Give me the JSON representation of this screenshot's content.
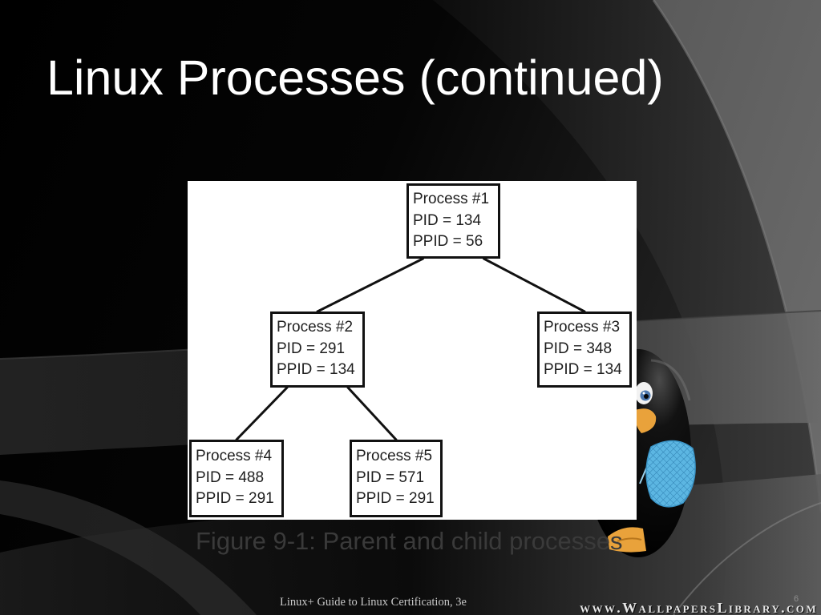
{
  "slide": {
    "title": "Linux Processes (continued)",
    "caption": "Figure 9-1: Parent and child processes",
    "footer": "Linux+ Guide to Linux Certification, 3e",
    "page_number": "6",
    "watermark": "www.WallpapersLibrary.com"
  },
  "diagram": {
    "nodes": [
      {
        "name": "Process #1",
        "pid": "PID = 134",
        "ppid": "PPID = 56"
      },
      {
        "name": "Process #2",
        "pid": "PID = 291",
        "ppid": "PPID = 134"
      },
      {
        "name": "Process #3",
        "pid": "PID = 348",
        "ppid": "PPID = 134"
      },
      {
        "name": "Process #4",
        "pid": "PID = 488",
        "ppid": "PPID = 291"
      },
      {
        "name": "Process #5",
        "pid": "PID = 571",
        "ppid": "PPID = 291"
      }
    ],
    "edges": [
      {
        "parent": 0,
        "child": 1
      },
      {
        "parent": 0,
        "child": 2
      },
      {
        "parent": 1,
        "child": 3
      },
      {
        "parent": 1,
        "child": 4
      }
    ]
  },
  "colors": {
    "title_text": "#ffffff",
    "diagram_background": "#ffffff",
    "node_border": "#111111",
    "node_text": "#1e1e1e",
    "caption_text": "#3a3a3a",
    "footer_text": "#c9c9c9",
    "slide_number_text": "#8e8e8e",
    "watermark_text": "#e6e6e6",
    "penguin_beak": "#e9a23b",
    "penguin_net": "#5cb6e2"
  }
}
